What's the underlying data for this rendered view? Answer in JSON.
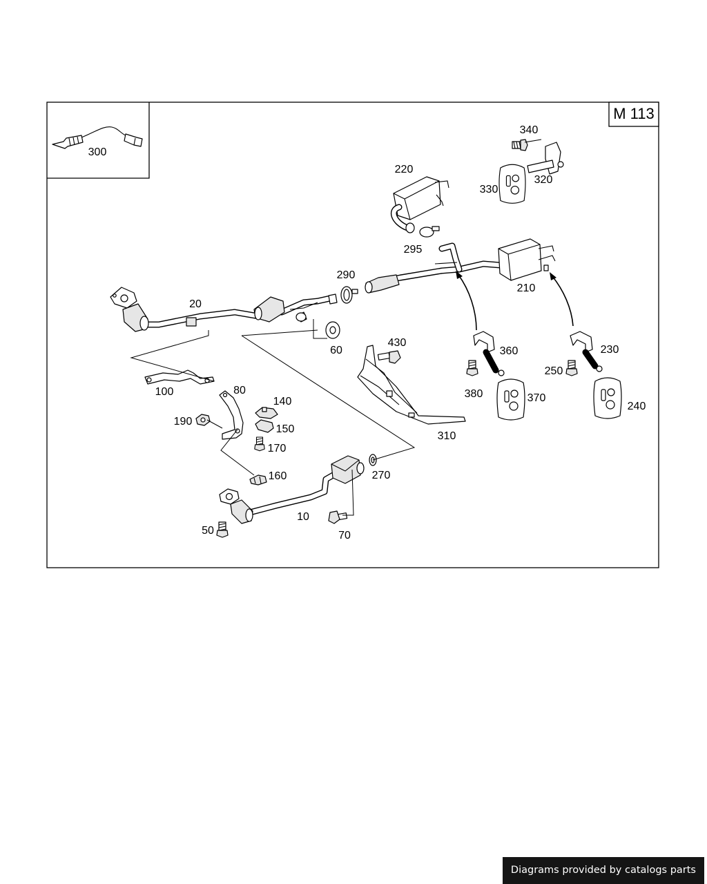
{
  "engine_code": "M 113",
  "footer": {
    "credit": "Diagrams provided by catalogs parts"
  },
  "callouts": {
    "c10": "10",
    "c20": "20",
    "c50": "50",
    "c60": "60",
    "c70": "70",
    "c80": "80",
    "c100": "100",
    "c140": "140",
    "c150": "150",
    "c160": "160",
    "c170": "170",
    "c190": "190",
    "c210": "210",
    "c220": "220",
    "c230": "230",
    "c240": "240",
    "c250": "250",
    "c270": "270",
    "c290": "290",
    "c295": "295",
    "c300": "300",
    "c310": "310",
    "c320": "320",
    "c330": "330",
    "c340": "340",
    "c360": "360",
    "c370": "370",
    "c380": "380",
    "c430": "430"
  },
  "icons": {
    "300": "oxygen-sensor-icon",
    "20": "front-pipe-catalytic-converter-icon",
    "10": "catalytic-converter-pipe-icon",
    "210": "rear-muffler-icon",
    "220": "muffler-icon"
  }
}
